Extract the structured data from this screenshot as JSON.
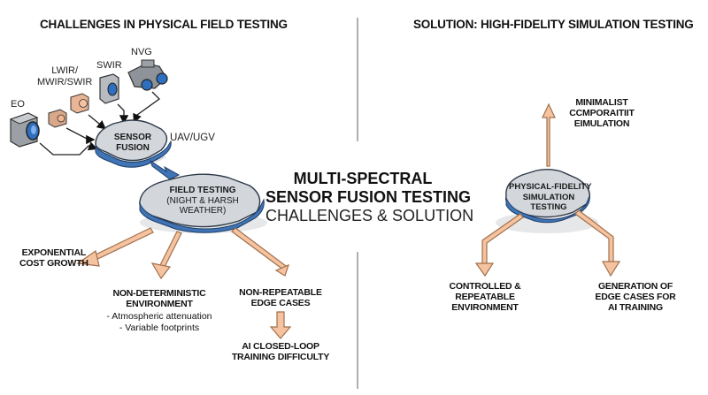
{
  "left_panel": {
    "title": "CHALLENGES IN PHYSICAL FIELD TESTING",
    "sensors": [
      {
        "label": "EO",
        "icon": "camera-icon"
      },
      {
        "label": "LWIR/\nMWIR/SWIR",
        "icon": "thermal-sensor-icon"
      },
      {
        "label": "SWIR",
        "icon": "swir-sensor-icon"
      },
      {
        "label": "NVG",
        "icon": "night-vision-goggles-icon"
      }
    ],
    "sensor_fusion": {
      "line1": "SENSOR",
      "line2": "FUSION"
    },
    "platform_label": "UAV/UGV",
    "field_testing": {
      "line1": "FIELD TESTING",
      "line2": "(NIGHT & HARSH",
      "line3": "WEATHER)"
    },
    "outcomes": {
      "cost": {
        "line1": "EXPONENTIAL",
        "line2": "COST GROWTH"
      },
      "nondeterministic": {
        "line1": "NON-DETERMINISTIC",
        "line2": "ENVIRONMENT",
        "bullets": [
          "- Atmospheric attenuation",
          "- Variable footprints"
        ]
      },
      "edge_cases": {
        "line1": "NON-REPEATABLE",
        "line2": "EDGE CASES"
      },
      "ai_difficulty": {
        "line1": "AI CLOSED-LOOP",
        "line2": "TRAINING DIFFICULTY"
      }
    }
  },
  "center": {
    "line1": "MULTI-SPECTRAL",
    "line2": "SENSOR FUSION TESTING",
    "line3": "CHALLENGES & SOLUTION"
  },
  "right_panel": {
    "title": "SOLUTION: HIGH-FIDELITY SIMULATION TESTING",
    "hub": {
      "line1": "PHYSICAL-FIDELITY",
      "line2": "SIMULATION",
      "line3": "TESTING"
    },
    "outcomes": {
      "top": {
        "line1": "MINIMALIST",
        "line2": "CCMPORAITIIT",
        "line3": "EIMULATION"
      },
      "left": {
        "line1": "CONTROLLED &",
        "line2": "REPEATABLE",
        "line3": "ENVIRONMENT"
      },
      "right": {
        "line1": "GENERATION OF",
        "line2": "EDGE CASES FOR",
        "line3": "AI TRAINING"
      }
    }
  },
  "colors": {
    "node_fill": "#d3d6db",
    "node_edge": "#3f74b5",
    "arrow_fill": "#f6c3a0",
    "arrow_stroke": "#a0704c",
    "lens_blue": "#2f6fc0",
    "divider": "#b0b0b0"
  }
}
